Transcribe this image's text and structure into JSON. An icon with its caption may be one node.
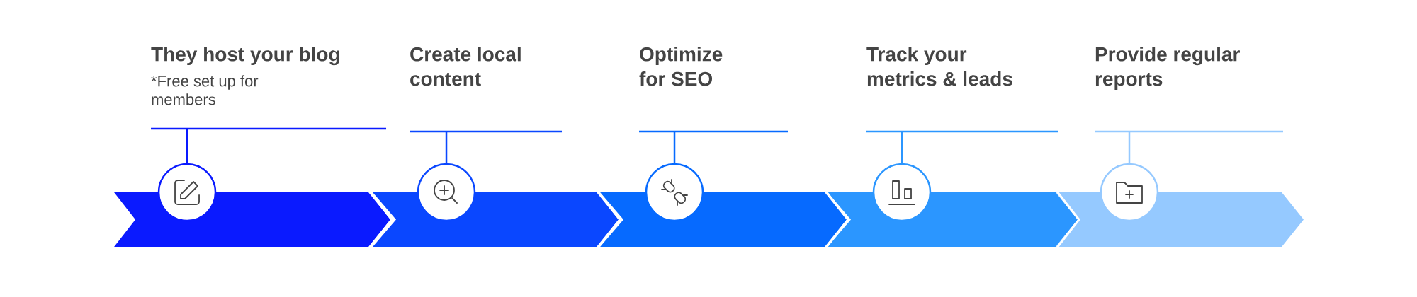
{
  "diagram": {
    "nodes": [
      {
        "text": [
          "They host your blog",
          "*Free set up for members"
        ]
      },
      {
        "text": [
          "Create local content"
        ]
      },
      {
        "text": [
          "Optimize for SEO"
        ]
      },
      {
        "text": [
          "Track your metrics & leads"
        ]
      },
      {
        "text": [
          "Provide regular reports"
        ]
      },
      {
        "text": [],
        "shape": "circle"
      },
      {
        "text": [],
        "shape": "circle"
      },
      {
        "text": [],
        "shape": "circle"
      },
      {
        "text": [],
        "shape": "circle"
      },
      {
        "text": [],
        "shape": "circle"
      },
      {
        "text": [],
        "shape": "chevron"
      },
      {
        "text": [],
        "shape": "chevron"
      },
      {
        "text": [],
        "shape": "chevron"
      },
      {
        "text": [],
        "shape": "chevron"
      },
      {
        "text": [],
        "shape": "chevron"
      }
    ],
    "edges": [
      {
        "from": 0,
        "to": 5,
        "arrow": "none",
        "color": "#0a1aff"
      },
      {
        "from": 1,
        "to": 6,
        "arrow": "none",
        "color": "#0a47ff"
      },
      {
        "from": 2,
        "to": 7,
        "arrow": "none",
        "color": "#066aff"
      },
      {
        "from": 3,
        "to": 8,
        "arrow": "none",
        "color": "#2b96ff"
      },
      {
        "from": 4,
        "to": 9,
        "arrow": "none",
        "color": "#95c9ff"
      }
    ]
  }
}
